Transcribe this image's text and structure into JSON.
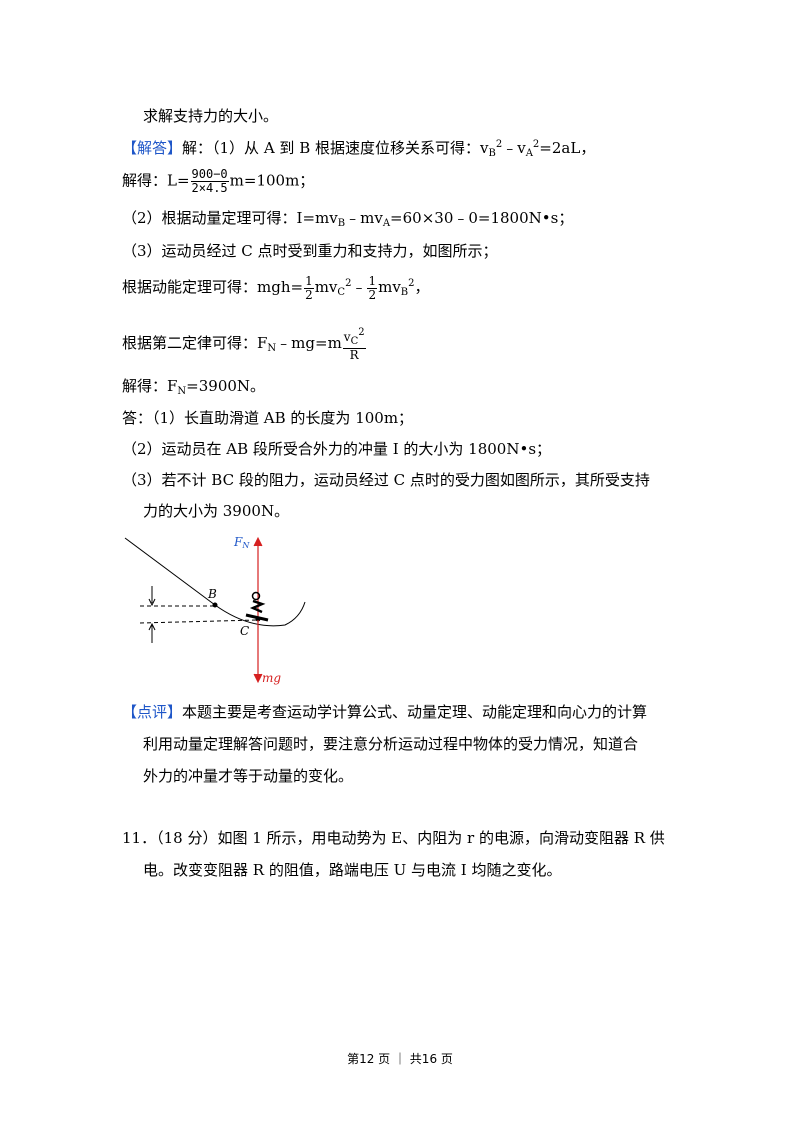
{
  "lines": {
    "l1": "求解支持力的大小。",
    "l2_label": "【解答】",
    "l2_text": "解：（1）从 A 到 B 根据速度位移关系可得：v",
    "l3_pre": "解得：L=",
    "l3_num": "900−0",
    "l3_den": "2×4.5",
    "l3_post": "m=100m；",
    "l4": "（2）根据动量定理可得：I=mv",
    "l4b": "﹣mv",
    "l4c": "=60×30﹣0=1800N•s；",
    "l5": "（3）运动员经过 C 点时受到重力和支持力，如图所示；",
    "l6_pre": "根据动能定理可得：mgh=",
    "l7_pre": "根据第二定律可得：F",
    "l7_mid": "﹣mg=m",
    "l8": "解得：F",
    "l8b": "=3900N。",
    "l9": "答：（1）长直助滑道 AB 的长度为 100m；",
    "l10": "（2）运动员在 AB 段所受合外力的冲量 I 的大小为 1800N•s；",
    "l11": "（3）若不计 BC 段的阻力，运动员经过 C 点时的受力图如图所示，其所受支持",
    "l12": "力的大小为 3900N。",
    "c1_label": "【点评】",
    "c1_text": "本题主要是考查运动学计算公式、动量定理、动能定理和向心力的计算",
    "c2": "利用动量定理解答问题时，要注意分析运动过程中物体的受力情况，知道合",
    "c3": "外力的冲量才等于动量的变化。",
    "q1": "11．（18 分）如图 1 所示，用电动势为 E、内阻为 r 的电源，向滑动变阻器 R 供",
    "q2": "电。改变变阻器 R 的阻值，路端电压 U 与电流 I 均随之变化。"
  },
  "figure": {
    "fn_label": "F",
    "fn_sub": "N",
    "mg_label": "mg",
    "b_label": "B",
    "c_label": "C"
  },
  "footer": "第12 页 ｜ 共16 页",
  "colors": {
    "accent": "#1e56c8",
    "force": "#d62020"
  }
}
